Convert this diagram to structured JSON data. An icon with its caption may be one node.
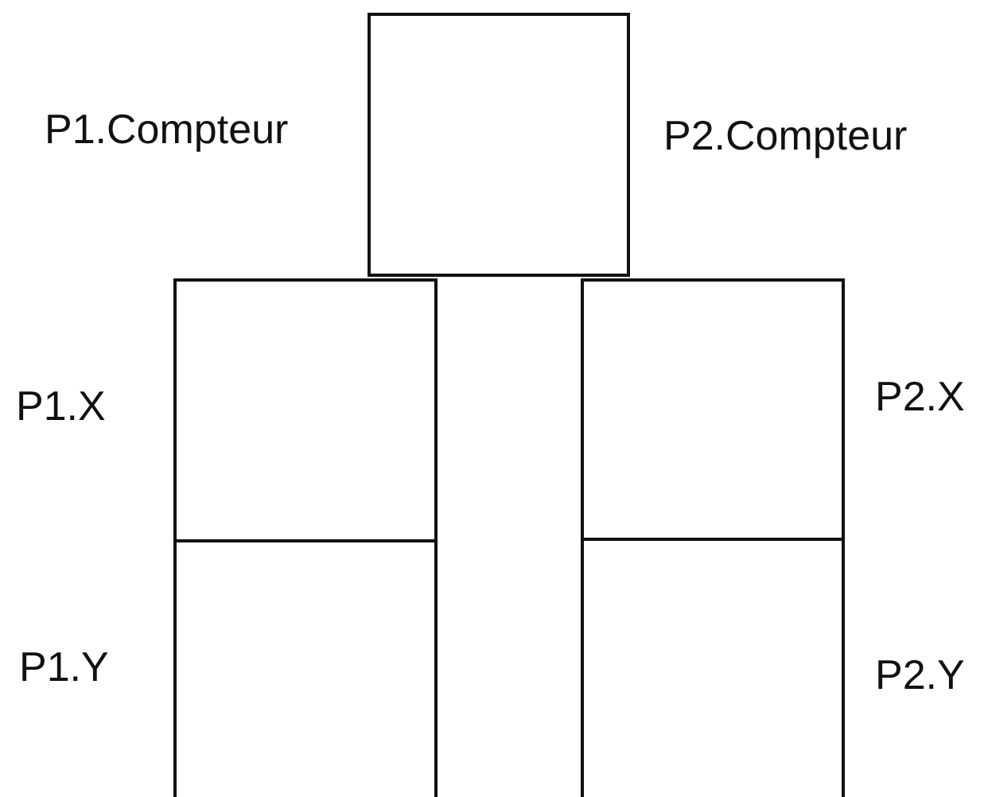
{
  "diagram": {
    "nodes": [
      {
        "text": [],
        "shape": "box",
        "beside": [
          "P1.Compteur",
          "P2.Compteur"
        ]
      },
      {
        "text": [],
        "shape": "box",
        "beside": [
          "P1.X"
        ]
      },
      {
        "text": [],
        "shape": "box",
        "beside": [
          "P1.Y"
        ]
      },
      {
        "text": [],
        "shape": "box",
        "beside": [
          "P2.X"
        ]
      },
      {
        "text": [],
        "shape": "box",
        "beside": [
          "P2.Y"
        ]
      }
    ]
  }
}
